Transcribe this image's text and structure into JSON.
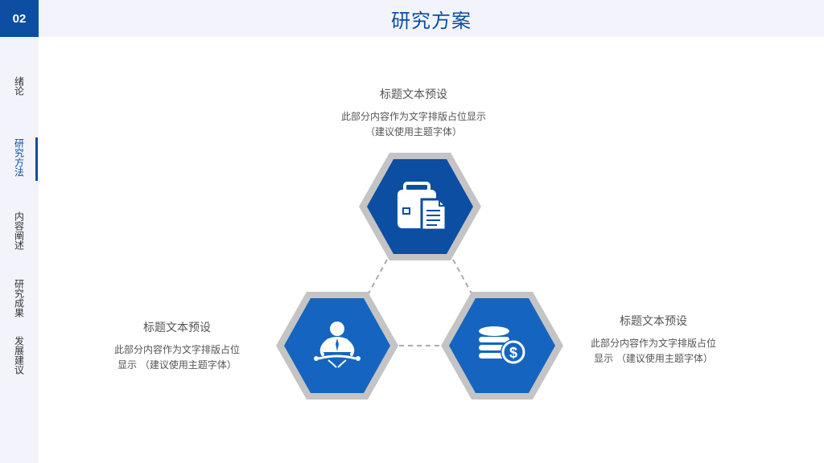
{
  "slide": {
    "number": "02",
    "title": "研究方案"
  },
  "sidebar": {
    "items": [
      {
        "label": "绪论"
      },
      {
        "label": "研究方法"
      },
      {
        "label": "内容阐述"
      },
      {
        "label": "研究成果"
      },
      {
        "label": "发展建议"
      }
    ],
    "active_index": 1
  },
  "blocks": {
    "top": {
      "heading": "标题文本预设",
      "line1": "此部分内容作为文字排版占位显示",
      "line2": "（建议使用主题字体）"
    },
    "left": {
      "heading": "标题文本预设",
      "line1": "此部分内容作为文字排版占位",
      "line2": "显示 （建议使用主题字体）"
    },
    "right": {
      "heading": "标题文本预设",
      "line1": "此部分内容作为文字排版占位",
      "line2": "显示 （建议使用主题字体）"
    }
  },
  "icons": {
    "top": "briefcase-document-icon",
    "left": "meditating-person-icon",
    "right": "coins-dollar-icon"
  },
  "colors": {
    "primary": "#0b4ea2",
    "hex_fill": "#1565c0",
    "hex_border": "#bdbdbd",
    "sidebar_bg": "#f3f4fb"
  }
}
